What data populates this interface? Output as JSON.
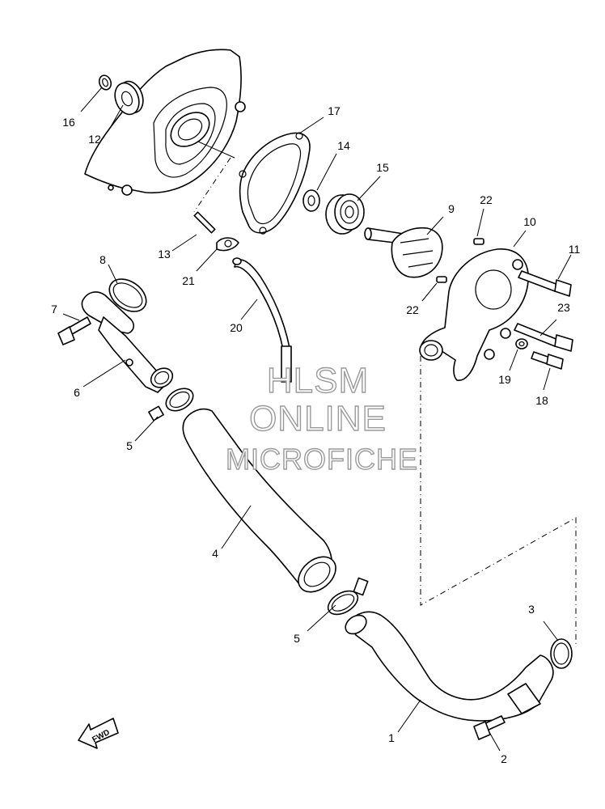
{
  "callouts": [
    {
      "id": "c1",
      "label": "1"
    },
    {
      "id": "c2",
      "label": "2"
    },
    {
      "id": "c3",
      "label": "3"
    },
    {
      "id": "c4",
      "label": "4"
    },
    {
      "id": "c5a",
      "label": "5"
    },
    {
      "id": "c5b",
      "label": "5"
    },
    {
      "id": "c6",
      "label": "6"
    },
    {
      "id": "c7",
      "label": "7"
    },
    {
      "id": "c8",
      "label": "8"
    },
    {
      "id": "c9",
      "label": "9"
    },
    {
      "id": "c10",
      "label": "10"
    },
    {
      "id": "c11",
      "label": "11"
    },
    {
      "id": "c12",
      "label": "12"
    },
    {
      "id": "c13",
      "label": "13"
    },
    {
      "id": "c14",
      "label": "14"
    },
    {
      "id": "c15",
      "label": "15"
    },
    {
      "id": "c16",
      "label": "16"
    },
    {
      "id": "c17",
      "label": "17"
    },
    {
      "id": "c18",
      "label": "18"
    },
    {
      "id": "c19",
      "label": "19"
    },
    {
      "id": "c20",
      "label": "20"
    },
    {
      "id": "c21",
      "label": "21"
    },
    {
      "id": "c22a",
      "label": "22"
    },
    {
      "id": "c22b",
      "label": "22"
    },
    {
      "id": "c23",
      "label": "23"
    }
  ],
  "watermark": {
    "line1": "HLSM",
    "line2": "ONLINE",
    "line3": "MICROFICHE"
  },
  "direction_marker": {
    "label": "FWD"
  }
}
